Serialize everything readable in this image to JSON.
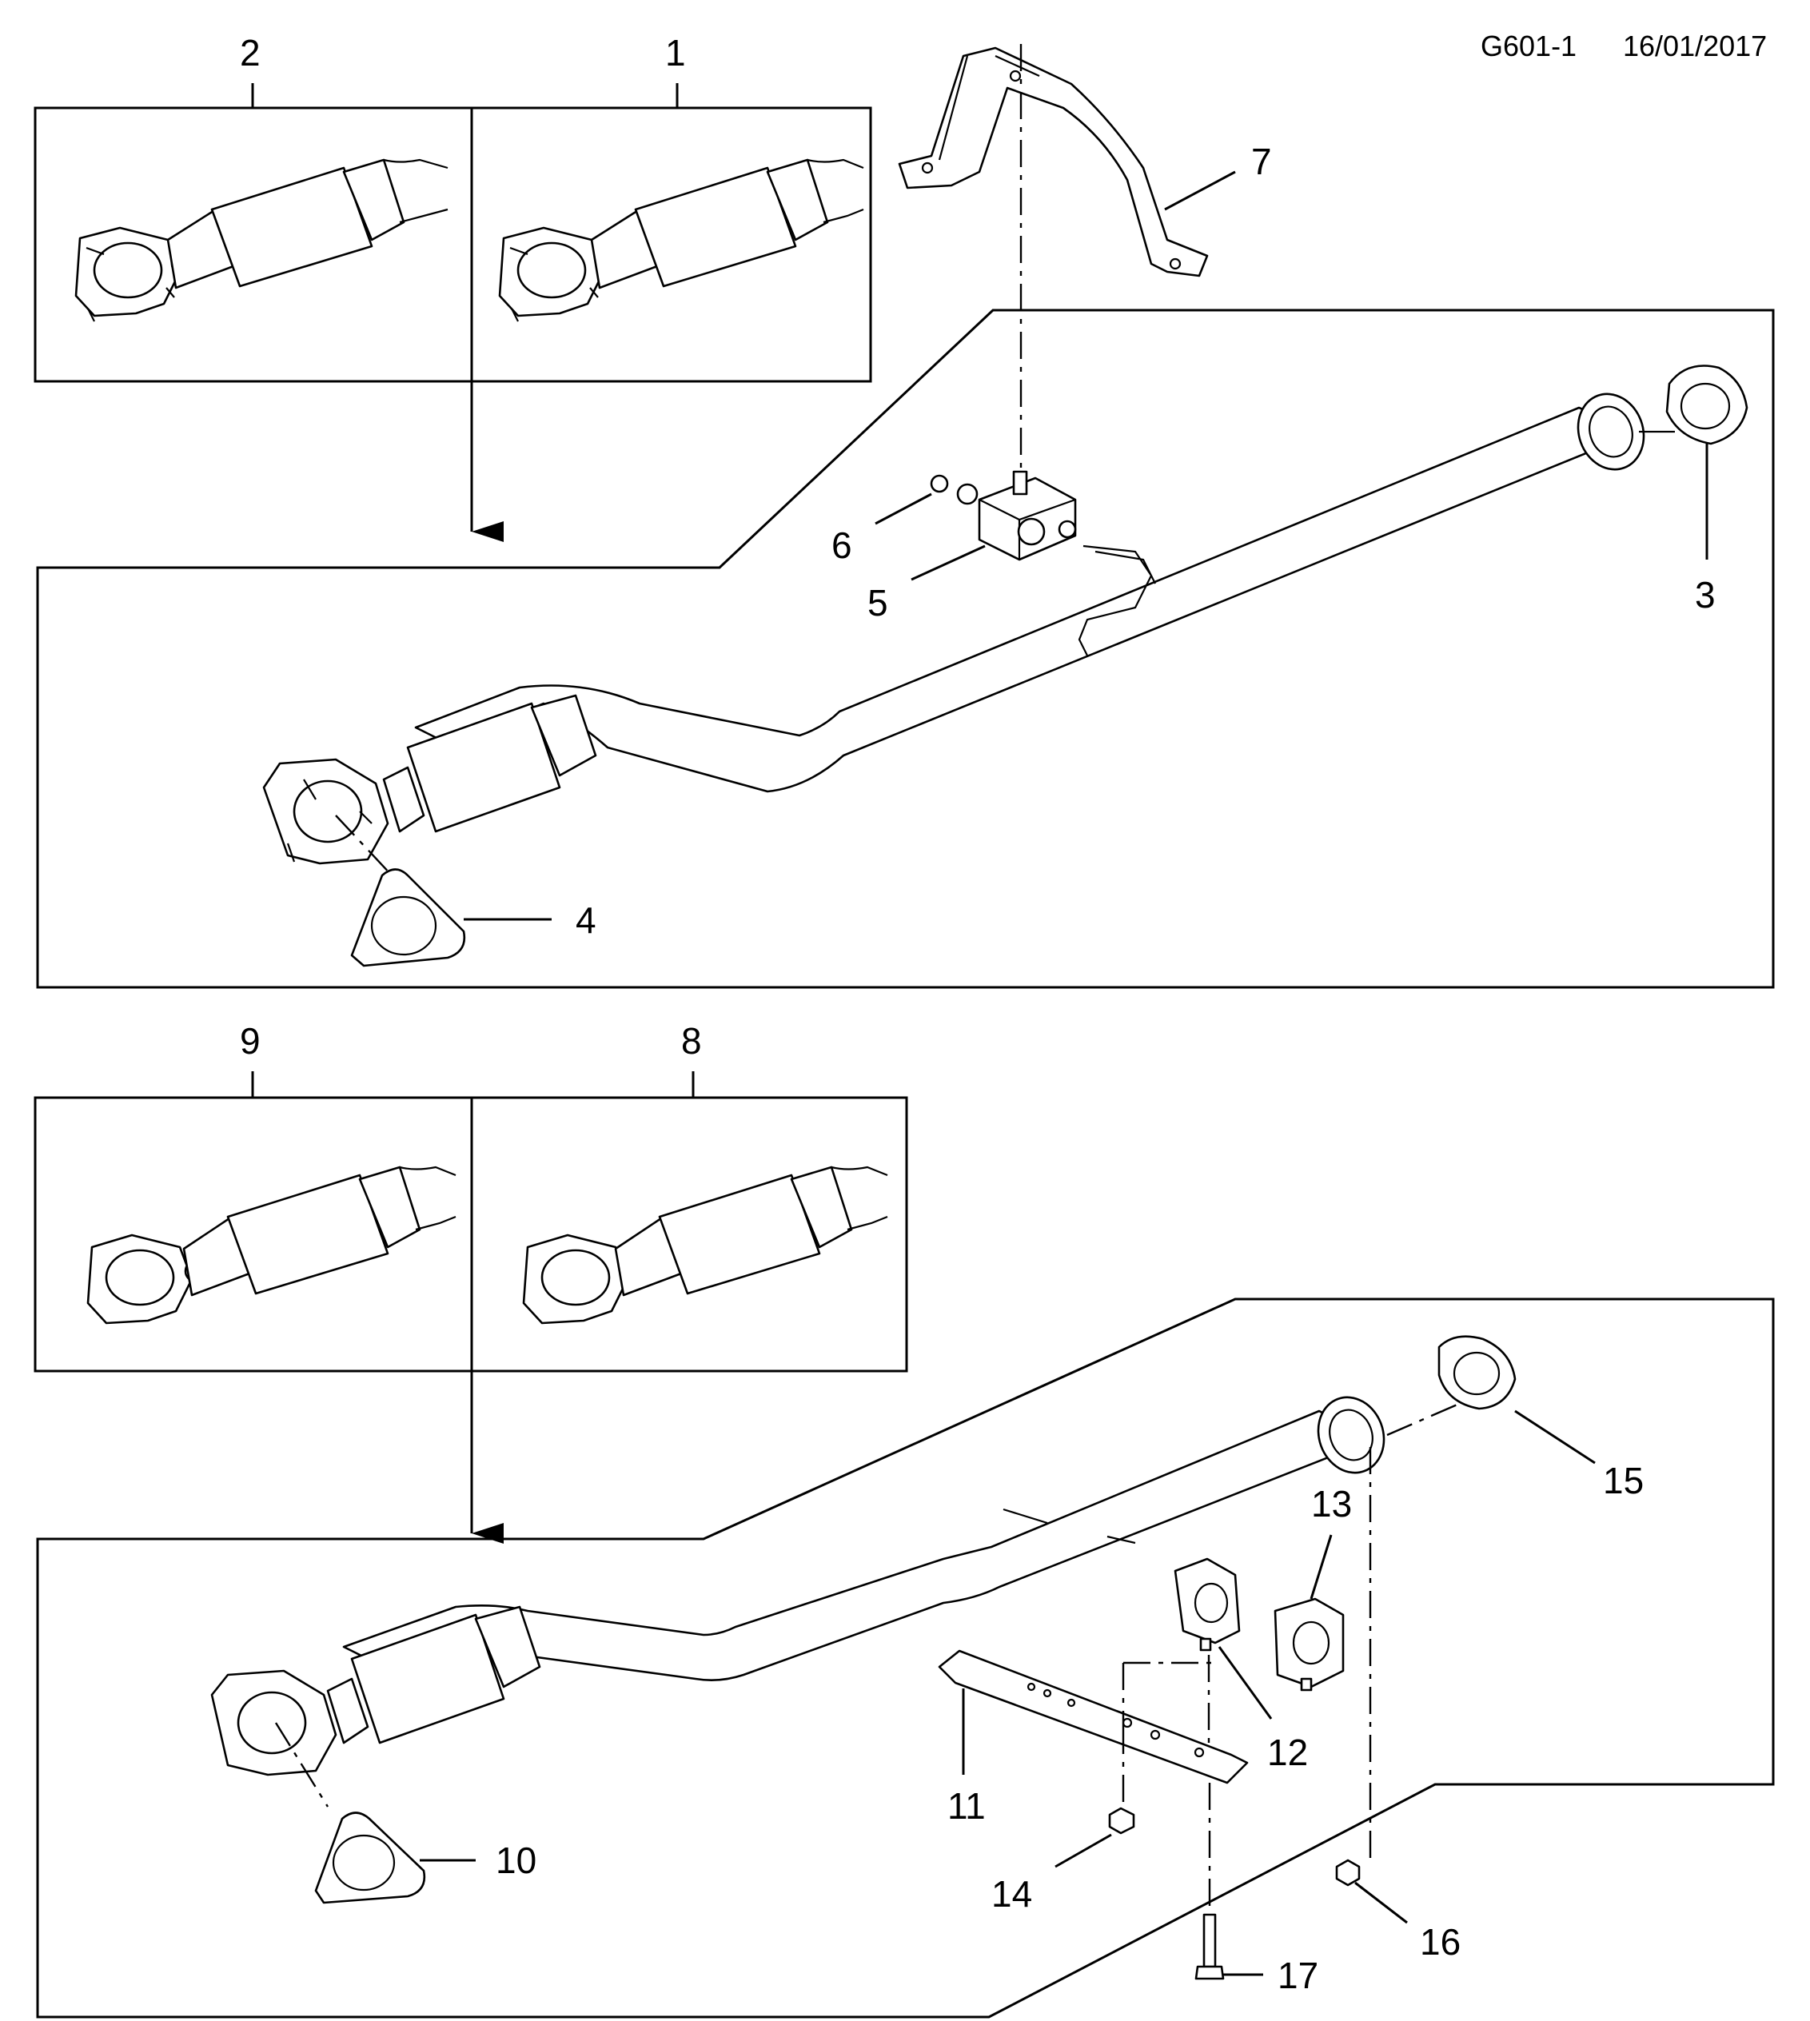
{
  "header": {
    "code": "G601-1",
    "date": "16/01/2017"
  },
  "callouts": {
    "c1": "1",
    "c2": "2",
    "c3": "3",
    "c4": "4",
    "c5": "5",
    "c6": "6",
    "c7": "7",
    "c8": "8",
    "c9": "9",
    "c10": "10",
    "c11": "11",
    "c12": "12",
    "c13": "13",
    "c14": "14",
    "c15": "15",
    "c16": "16",
    "c17": "17"
  }
}
